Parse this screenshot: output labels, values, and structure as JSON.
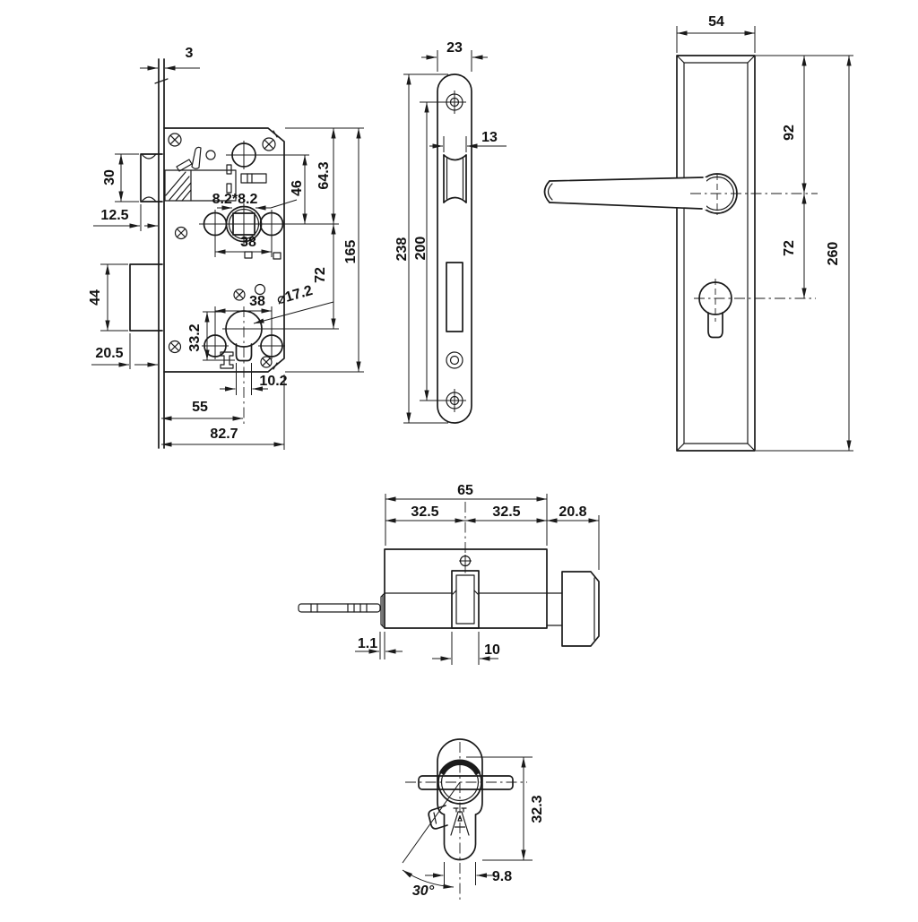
{
  "views": {
    "lock_body": {
      "dims": {
        "faceplate_thickness": "3",
        "latch_height": "30",
        "latch_protrusion": "12.5",
        "spindle_square": "8.2*8.2",
        "handle_hole_spacing": "38",
        "hole_offset_top": "46",
        "top_to_spindle": "64.3",
        "body_height": "165",
        "spindle_to_cylinder": "72",
        "cylinder_hole_spacing": "38",
        "cylinder_diameter": "⌀17.2",
        "deadbolt_height": "44",
        "deadbolt_protrusion": "20.5",
        "cylinder_hole_height": "33.2",
        "cylinder_slot_width": "10.2",
        "backset": "55",
        "body_depth": "82.7"
      }
    },
    "forend_plate": {
      "dims": {
        "width": "23",
        "latch_opening_width": "13",
        "height": "238",
        "screw_spacing": "200"
      }
    },
    "handle_plate": {
      "dims": {
        "width": "54",
        "top_to_handle": "92",
        "handle_to_cylinder": "72",
        "height": "260"
      }
    },
    "cylinder_side": {
      "dims": {
        "length": "65",
        "outside_half": "32.5",
        "inside_half": "32.5",
        "knob_length": "20.8",
        "plug_face": "1.1",
        "cam_width": "10"
      }
    },
    "cylinder_end": {
      "dims": {
        "height": "32.3",
        "body_width": "9.8",
        "cam_angle": "30°"
      }
    }
  }
}
